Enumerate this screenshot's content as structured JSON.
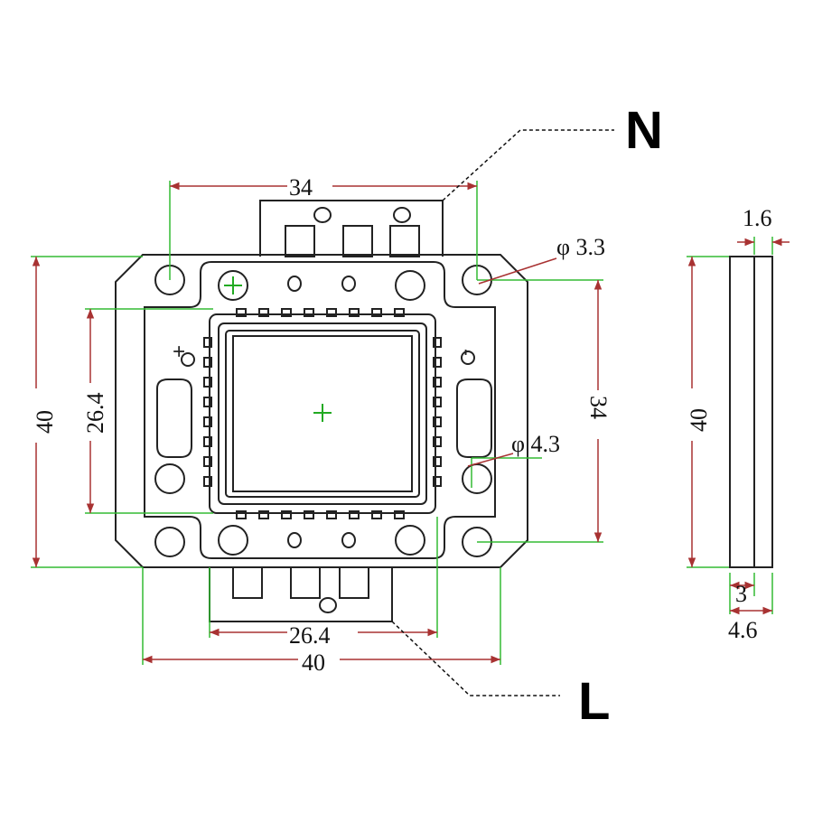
{
  "labels": {
    "n_label": "N",
    "l_label": "L",
    "plus_sign": "+",
    "minus_sign": "-"
  },
  "dimensions": {
    "top_width": "34",
    "hole_small_dia": "φ 3.3",
    "hole_large_dia": "φ 4.3",
    "right_height": "34",
    "left_height": "40",
    "inner_left_height": "26.4",
    "bottom_inner_width": "26.4",
    "bottom_width": "40",
    "side_thickness_top": "1.6",
    "side_height": "40",
    "side_thickness_inner": "3",
    "side_thickness_total": "4.6"
  },
  "colors": {
    "outline": "#222222",
    "extension": "#33bb33",
    "dimension": "#a83232",
    "center_mark": "#22aa22"
  }
}
